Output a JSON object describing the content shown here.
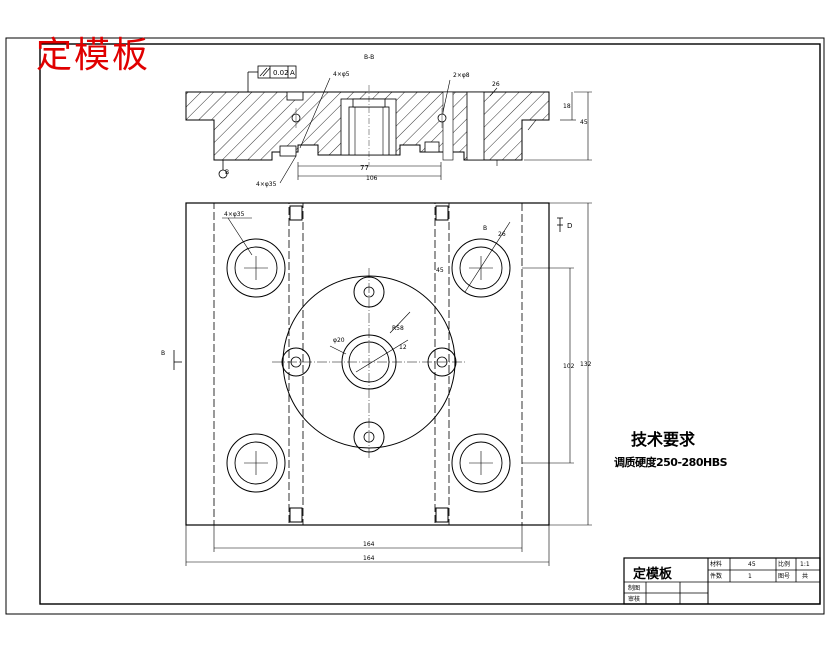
{
  "title_banner": "定模板",
  "section_label": "B-B",
  "annotations": {
    "flatness": "0.02",
    "datum_A": "A",
    "screw_holes_top": "4×φ5",
    "pin_holes": "2×φ8",
    "counterbore": "4×φ35",
    "screws_bottom": "4×φ35",
    "dim_77": "77",
    "dim_106": "106",
    "dim_18": "18",
    "dim_45": "45",
    "dim_26": "26",
    "dim_164_a": "164",
    "dim_164_b": "164",
    "dim_132": "132",
    "dim_102": "102",
    "dim_r58": "R58",
    "datum_D": "D",
    "label_B_left": "B",
    "label_B_right": "B",
    "dim_phi20": "φ20",
    "dim_12": "12"
  },
  "technical_requirements": {
    "title": "技术要求",
    "note": "调质硬度250-280HBS"
  },
  "title_block": {
    "part_name": "定模板",
    "scale_label": "比例",
    "scale_value": "1:1",
    "qty_label": "件数",
    "qty_value": "1",
    "material_label": "材料",
    "material_value": "45",
    "drawing_no_label": "图号",
    "sheet_label": "共",
    "drawn_label": "制图",
    "checked_label": "审核"
  }
}
